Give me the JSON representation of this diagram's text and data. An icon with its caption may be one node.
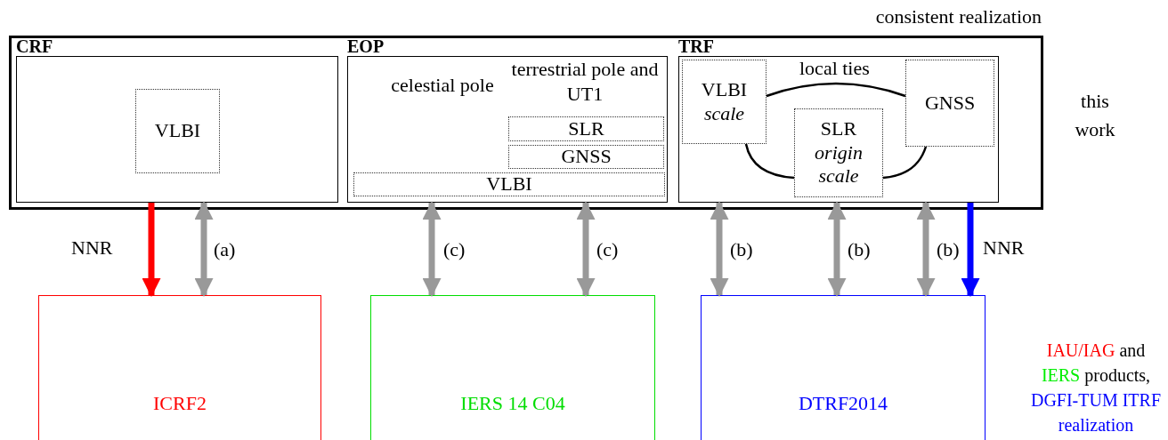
{
  "diagram": {
    "nodes": [
      {
        "text": [
          "consistent realization"
        ],
        "beside": [
          "this work"
        ]
      },
      {
        "text": [
          "CRF"
        ],
        "in": 0
      },
      {
        "text": [
          "VLBI"
        ],
        "in": 1
      },
      {
        "text": [
          "EOP",
          "celestial pole",
          "terrestrial pole and UT1"
        ],
        "in": 0
      },
      {
        "text": [
          "SLR"
        ],
        "in": 3
      },
      {
        "text": [
          "GNSS"
        ],
        "in": 3
      },
      {
        "text": [
          "VLBI"
        ],
        "in": 3
      },
      {
        "text": [
          "TRF"
        ],
        "in": 0
      },
      {
        "text": [
          "VLBI *scale*"
        ],
        "in": 7
      },
      {
        "text": [
          "SLR *origin scale*"
        ],
        "in": 7
      },
      {
        "text": [
          "GNSS"
        ],
        "in": 7
      },
      {
        "text": [
          "ICRF2"
        ]
      },
      {
        "text": [
          "IERS 14 C04"
        ]
      },
      {
        "text": [
          "DTRF2014"
        ]
      }
    ],
    "edges": [
      {
        "from": 8,
        "to": 10,
        "arrow": "none",
        "label": "local ties",
        "color": "#000000"
      },
      {
        "from": 8,
        "to": 9,
        "arrow": "none",
        "color": "#000000"
      },
      {
        "from": 9,
        "to": 10,
        "arrow": "none",
        "color": "#000000"
      },
      {
        "from": 1,
        "to": 11,
        "arrow": "to",
        "label": "NNR",
        "color": "#ff0000"
      },
      {
        "from": 1,
        "to": 11,
        "arrow": "both",
        "label": "(a)"
      },
      {
        "from": 3,
        "to": 12,
        "arrow": "both",
        "label": "(c)"
      },
      {
        "from": 3,
        "to": 12,
        "arrow": "both",
        "label": "(c)"
      },
      {
        "from": 7,
        "to": 13,
        "arrow": "both",
        "label": "(b)"
      },
      {
        "from": 7,
        "to": 13,
        "arrow": "both",
        "label": "(b)"
      },
      {
        "from": 7,
        "to": 13,
        "arrow": "both",
        "label": "(b)"
      },
      {
        "from": 7,
        "to": 13,
        "arrow": "to",
        "label": "NNR",
        "color": "#0000ff"
      }
    ],
    "labels": [
      "and",
      "products,"
    ],
    "legend": [
      {
        "text": "IAU/IAG",
        "color": "#ff0000"
      },
      {
        "text": "IERS",
        "color": "#00ee00"
      },
      {
        "text": "DGFI-TUM ITRF realization",
        "color": "#0000ff"
      }
    ]
  }
}
